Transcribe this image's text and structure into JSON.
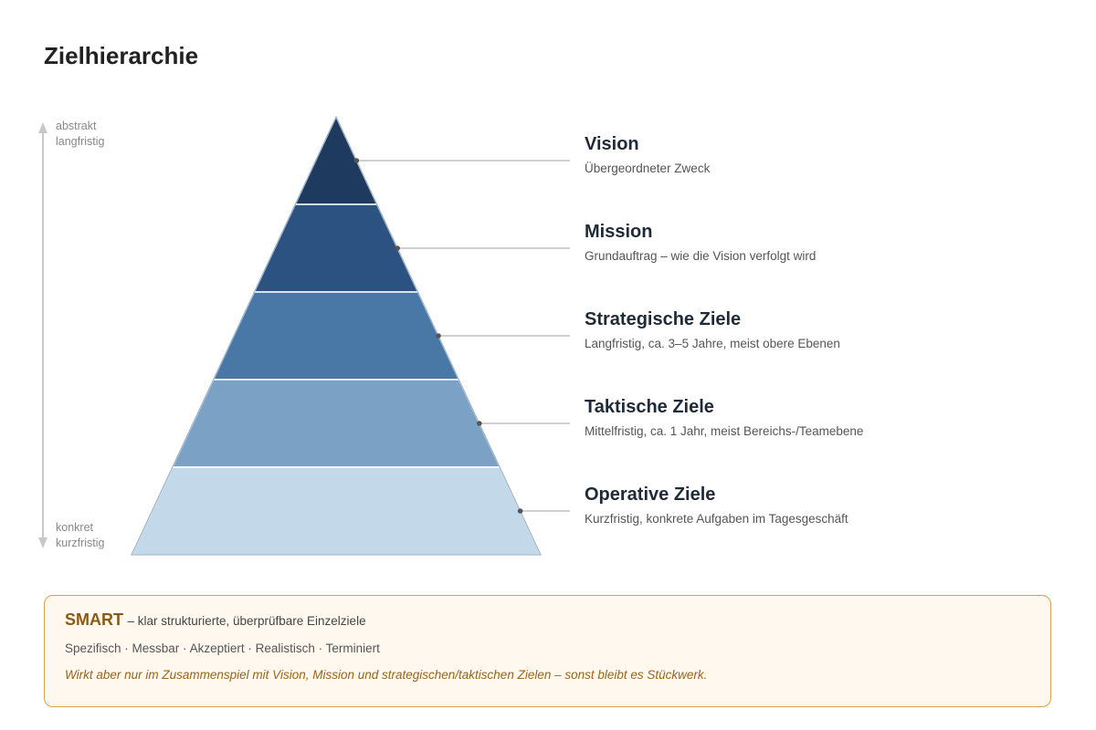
{
  "page": {
    "title": "Zielhierarchie"
  },
  "axis": {
    "top": [
      "abstrakt",
      "langfristig"
    ],
    "bottom": [
      "konkret",
      "kurzfristig"
    ]
  },
  "levels": [
    {
      "title": "Vision",
      "description": "Übergeordneter Zweck",
      "color": "#1f3a5f"
    },
    {
      "title": "Mission",
      "description": "Grundauftrag – wie die Vision verfolgt wird",
      "color": "#2c5282"
    },
    {
      "title": "Strategische Ziele",
      "description": "Langfristig, ca. 3–5 Jahre, meist obere Ebenen",
      "color": "#4a78a6"
    },
    {
      "title": "Taktische Ziele",
      "description": "Mittelfristig, ca. 1 Jahr, meist Bereichs-/Teamebene",
      "color": "#7ba2c4"
    },
    {
      "title": "Operative Ziele",
      "description": "Kurzfristig, konkrete Aufgaben im Tagesgeschäft",
      "color": "#c3d8e8"
    }
  ],
  "smart": {
    "title": "SMART",
    "tagline": "– klar strukturierte, überprüfbare Einzelziele",
    "criteria": [
      "Spezifisch",
      "Messbar",
      "Akzeptiert",
      "Realistisch",
      "Terminiert"
    ],
    "note": "Wirkt aber nur im Zusammenspiel mit Vision, Mission und strategischen/taktischen Zielen – sonst bleibt es Stückwerk."
  },
  "colors": {
    "accent_border": "#d6a24e",
    "accent_bg": "#fff8ee",
    "accent_text": "#8a5a14",
    "connector": "#b5b5b5"
  }
}
